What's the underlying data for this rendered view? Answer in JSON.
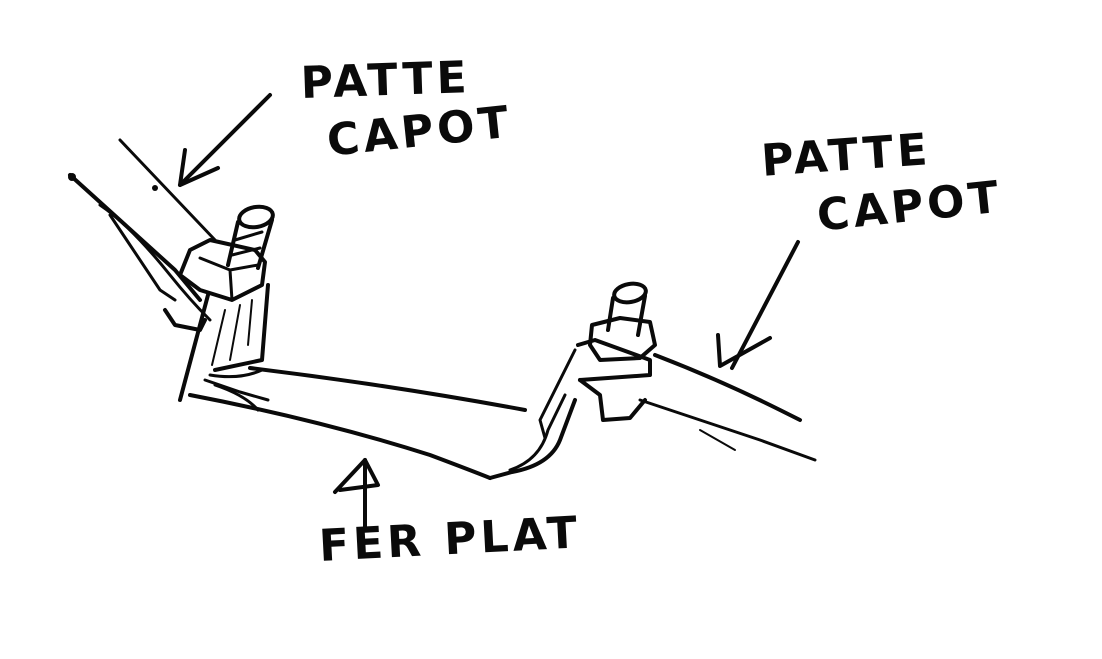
{
  "diagram": {
    "type": "hand-drawn sketch",
    "background": "#ffffff",
    "ink_color": "#0a0a0a",
    "labels": [
      {
        "id": "left-patte-capot",
        "line1": "PATTE",
        "line2": "CAPOT",
        "points_to": "left hood bracket"
      },
      {
        "id": "right-patte-capot",
        "line1": "PATTE",
        "line2": "CAPOT",
        "points_to": "right hood bracket"
      },
      {
        "id": "fer-plat",
        "line1": "FER PLAT",
        "points_to": "flat iron bar"
      }
    ],
    "components": [
      "left hood bracket (patte capot) with bolt and nut",
      "flat iron bar (fer plat) connecting both sides",
      "right hood bracket (patte capot) with bolt and nut"
    ]
  }
}
